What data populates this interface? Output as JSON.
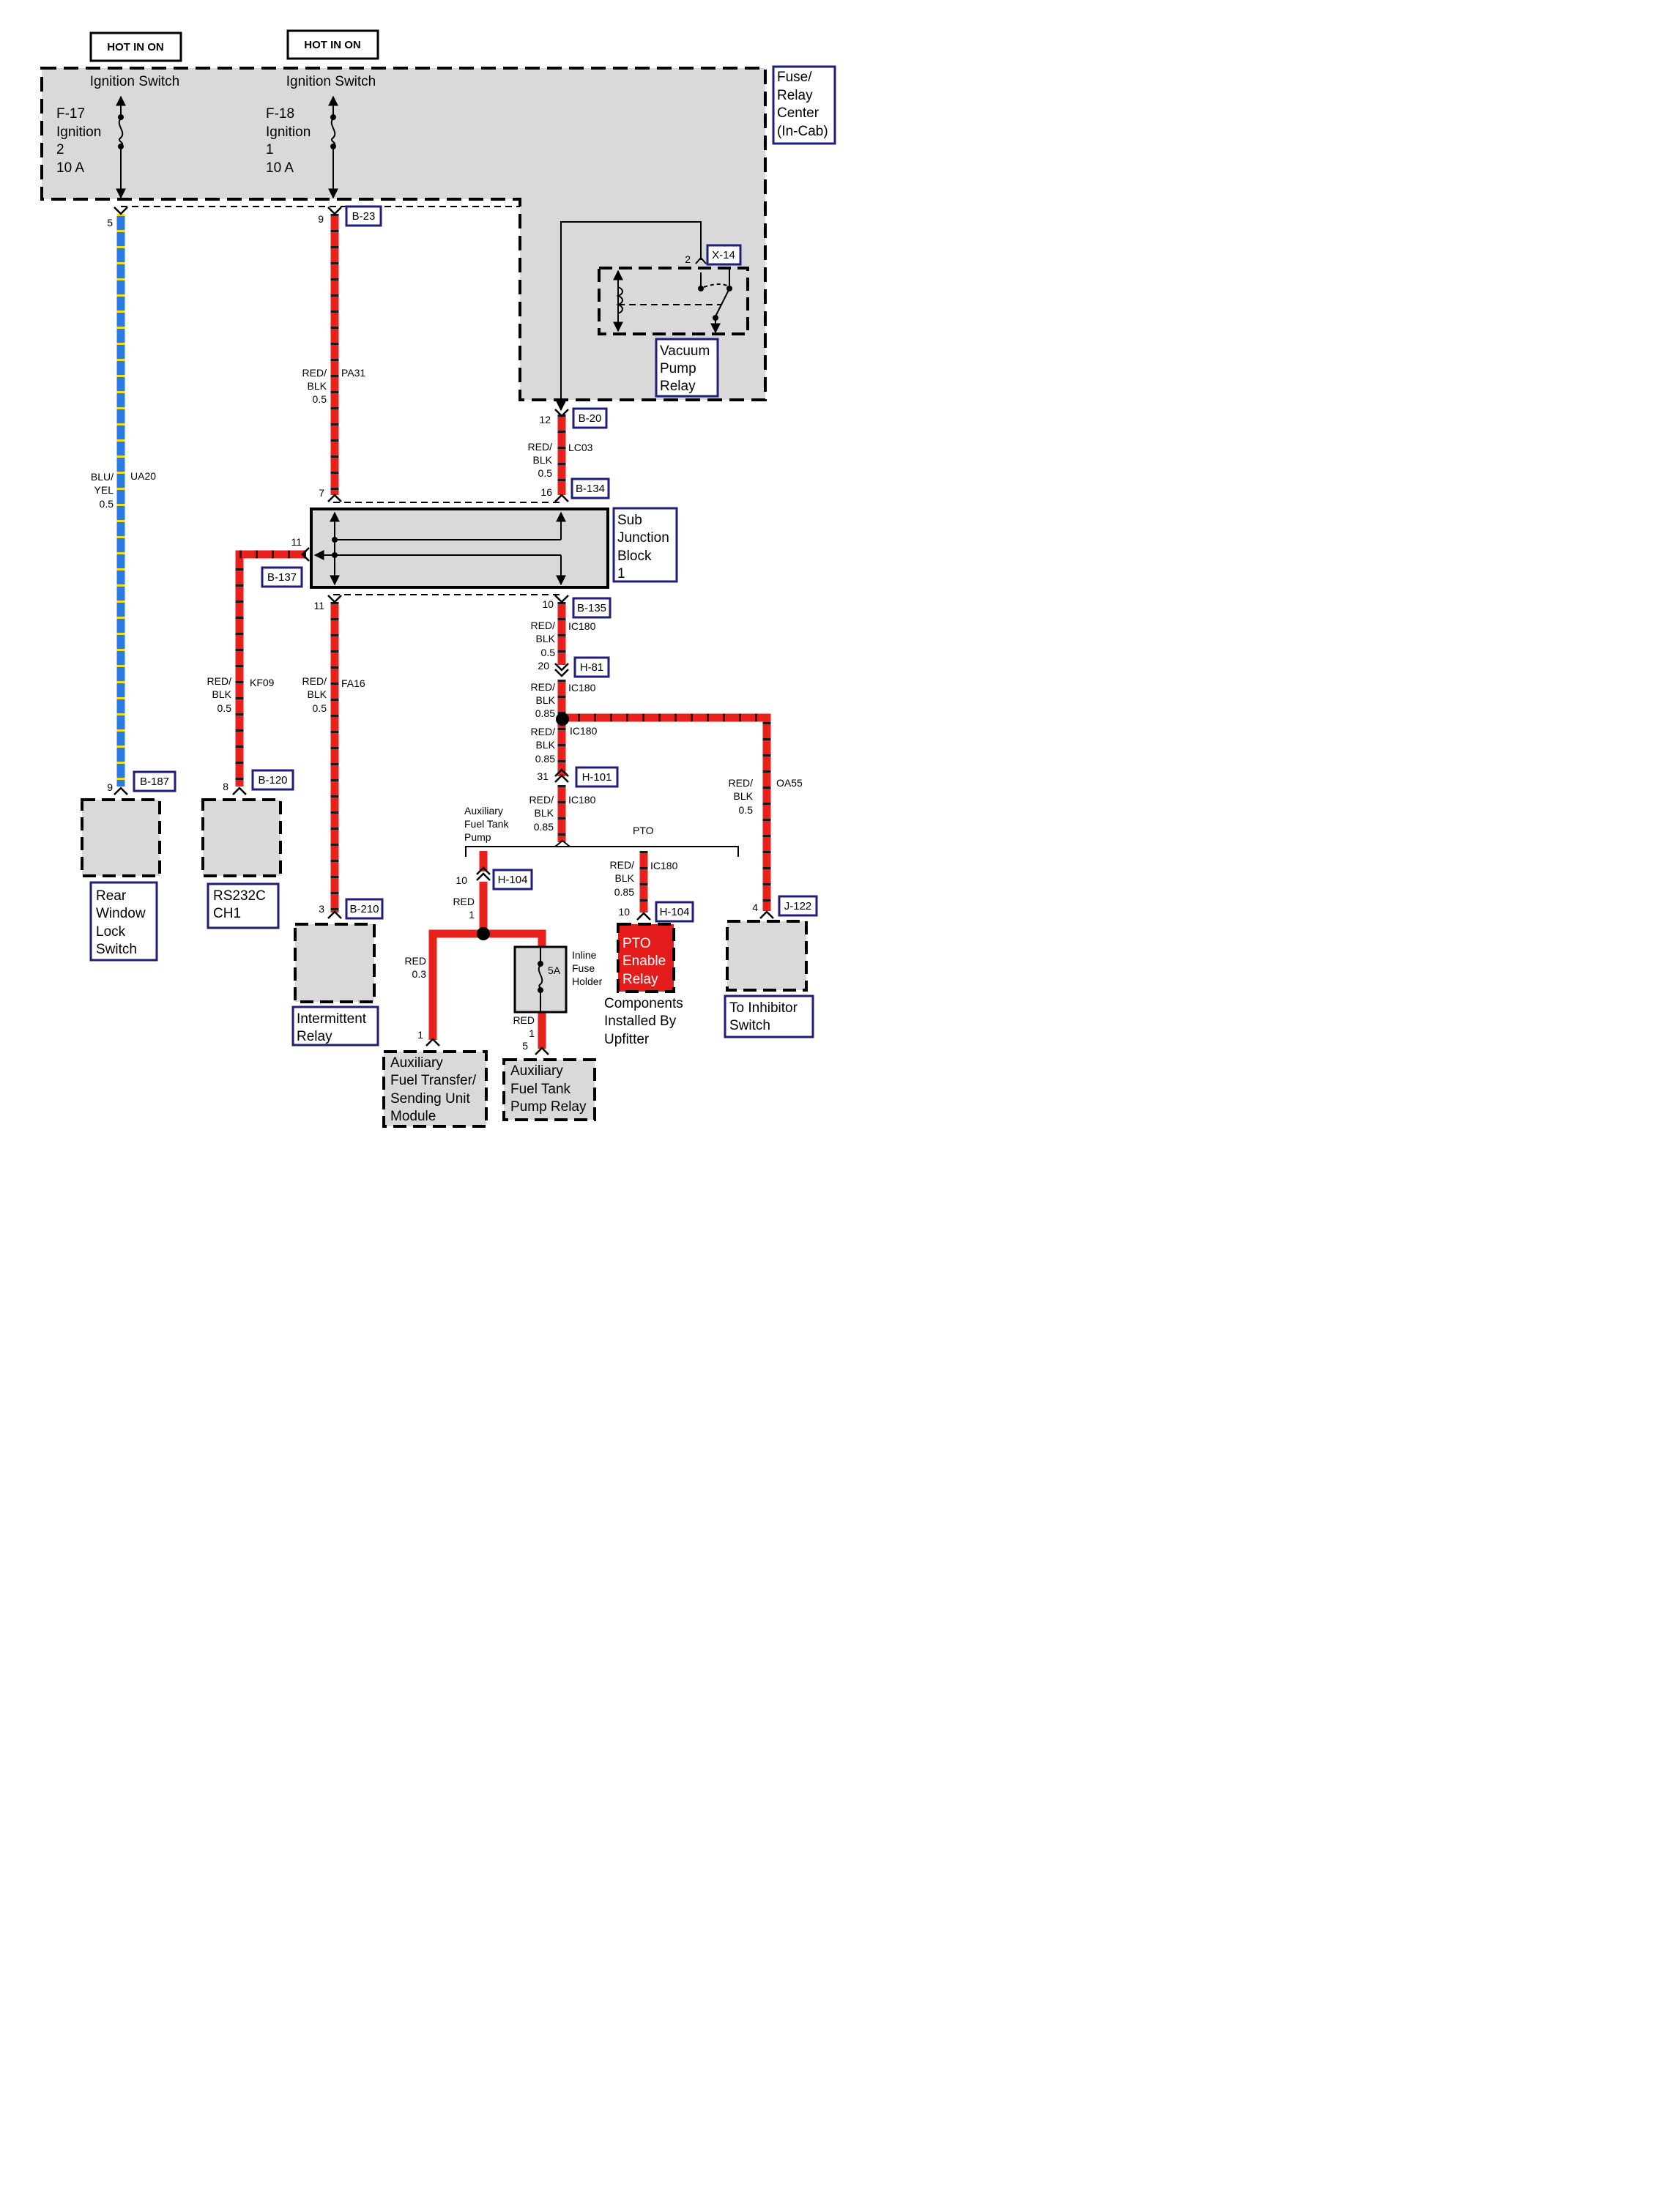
{
  "hot_in_on": [
    "HOT IN ON",
    "HOT IN ON"
  ],
  "fuse_relay_center": {
    "label": [
      "Fuse/",
      "Relay",
      "Center",
      "(In-Cab)"
    ],
    "switch_f17": "Ignition Switch",
    "switch_f18": "Ignition Switch",
    "fuse_f17": [
      "F-17",
      "Ignition",
      "2",
      "10 A"
    ],
    "fuse_f18": [
      "F-18",
      "Ignition",
      "1",
      "10 A"
    ]
  },
  "vacuum_pump_relay": {
    "label": [
      "Vacuum",
      "Pump",
      "Relay"
    ],
    "connector": "X-14",
    "pin": "2"
  },
  "sub_junction_block": {
    "label": [
      "Sub",
      "Junction",
      "Block",
      "1"
    ]
  },
  "connectors": {
    "b23": "B-23",
    "b20": "B-20",
    "b134": "B-134",
    "b137": "B-137",
    "b135": "B-135",
    "h81": "H-81",
    "h101": "H-101",
    "h104_a": "H-104",
    "h104_b": "H-104",
    "b187": "B-187",
    "b120": "B-120",
    "b210": "B-210",
    "j122": "J-122"
  },
  "pins": {
    "p5": "5",
    "p9_top": "9",
    "p12": "12",
    "p7": "7",
    "p16": "16",
    "p11_left": "11",
    "p11_bottom": "11",
    "p10_b135": "10",
    "p20": "20",
    "p31": "31",
    "p9_b187": "9",
    "p8": "8",
    "p3": "3",
    "p10_h104a": "10",
    "p10_h104b": "10",
    "p4": "4",
    "p1": "1",
    "p5_relay": "5"
  },
  "wires": {
    "ua20": {
      "color": [
        "BLU/",
        "YEL",
        "0.5"
      ],
      "circuit": "UA20"
    },
    "pa31": {
      "color": [
        "RED/",
        "BLK",
        "0.5"
      ],
      "circuit": "PA31"
    },
    "lc03": {
      "color": [
        "RED/",
        "BLK",
        "0.5"
      ],
      "circuit": "LC03"
    },
    "kf09": {
      "color": [
        "RED/",
        "BLK",
        "0.5"
      ],
      "circuit": "KF09"
    },
    "fa16": {
      "color": [
        "RED/",
        "BLK",
        "0.5"
      ],
      "circuit": "FA16"
    },
    "ic180_a": {
      "color": [
        "RED/",
        "BLK",
        "0.5"
      ],
      "circuit": "IC180"
    },
    "ic180_b": {
      "color": [
        "RED/",
        "BLK",
        "0.85"
      ],
      "circuit": "IC180"
    },
    "ic180_c": {
      "color": [
        "RED/",
        "BLK",
        "0.85"
      ],
      "circuit": "IC180"
    },
    "ic180_d": {
      "color": [
        "RED/",
        "BLK",
        "0.85"
      ],
      "circuit": "IC180"
    },
    "ic180_pto": {
      "color": [
        "RED/",
        "BLK",
        "0.85"
      ],
      "circuit": "IC180"
    },
    "oa55": {
      "color": [
        "RED/",
        "BLK",
        "0.5"
      ],
      "circuit": "OA55"
    },
    "red1_a": [
      "RED",
      "1"
    ],
    "red03": [
      "RED",
      "0.3"
    ],
    "red1_b": [
      "RED",
      "1"
    ]
  },
  "option_labels": {
    "aux_pump": [
      "Auxiliary",
      "Fuel Tank",
      "Pump"
    ],
    "pto": "PTO"
  },
  "inline_fuse": {
    "rating": "5A",
    "label": [
      "Inline",
      "Fuse",
      "Holder"
    ]
  },
  "components": {
    "rear_window": [
      "Rear",
      "Window",
      "Lock",
      "Switch"
    ],
    "rs232c": [
      "RS232C",
      "CH1"
    ],
    "intermittent": [
      "Intermittent",
      "Relay"
    ],
    "aux_transfer": [
      "Auxiliary",
      "Fuel Transfer/",
      "Sending Unit",
      "Module"
    ],
    "aux_pump_relay": [
      "Auxiliary",
      "Fuel Tank",
      "Pump Relay"
    ],
    "pto_relay": [
      "PTO",
      "Enable",
      "Relay"
    ],
    "upfitter_note": [
      "Components",
      "Installed By",
      "Upfitter"
    ],
    "inhibitor": [
      "To Inhibitor",
      "Switch"
    ]
  },
  "colors": {
    "wire_red": "#e8211c",
    "wire_blue": "#2a7be4",
    "stripe_black": "#1a1a1a",
    "stripe_yellow": "#f2df1a",
    "fill_gray": "#d9d9d9",
    "label_border": "#1f1f7a",
    "pto_fill": "#e41c1c"
  }
}
